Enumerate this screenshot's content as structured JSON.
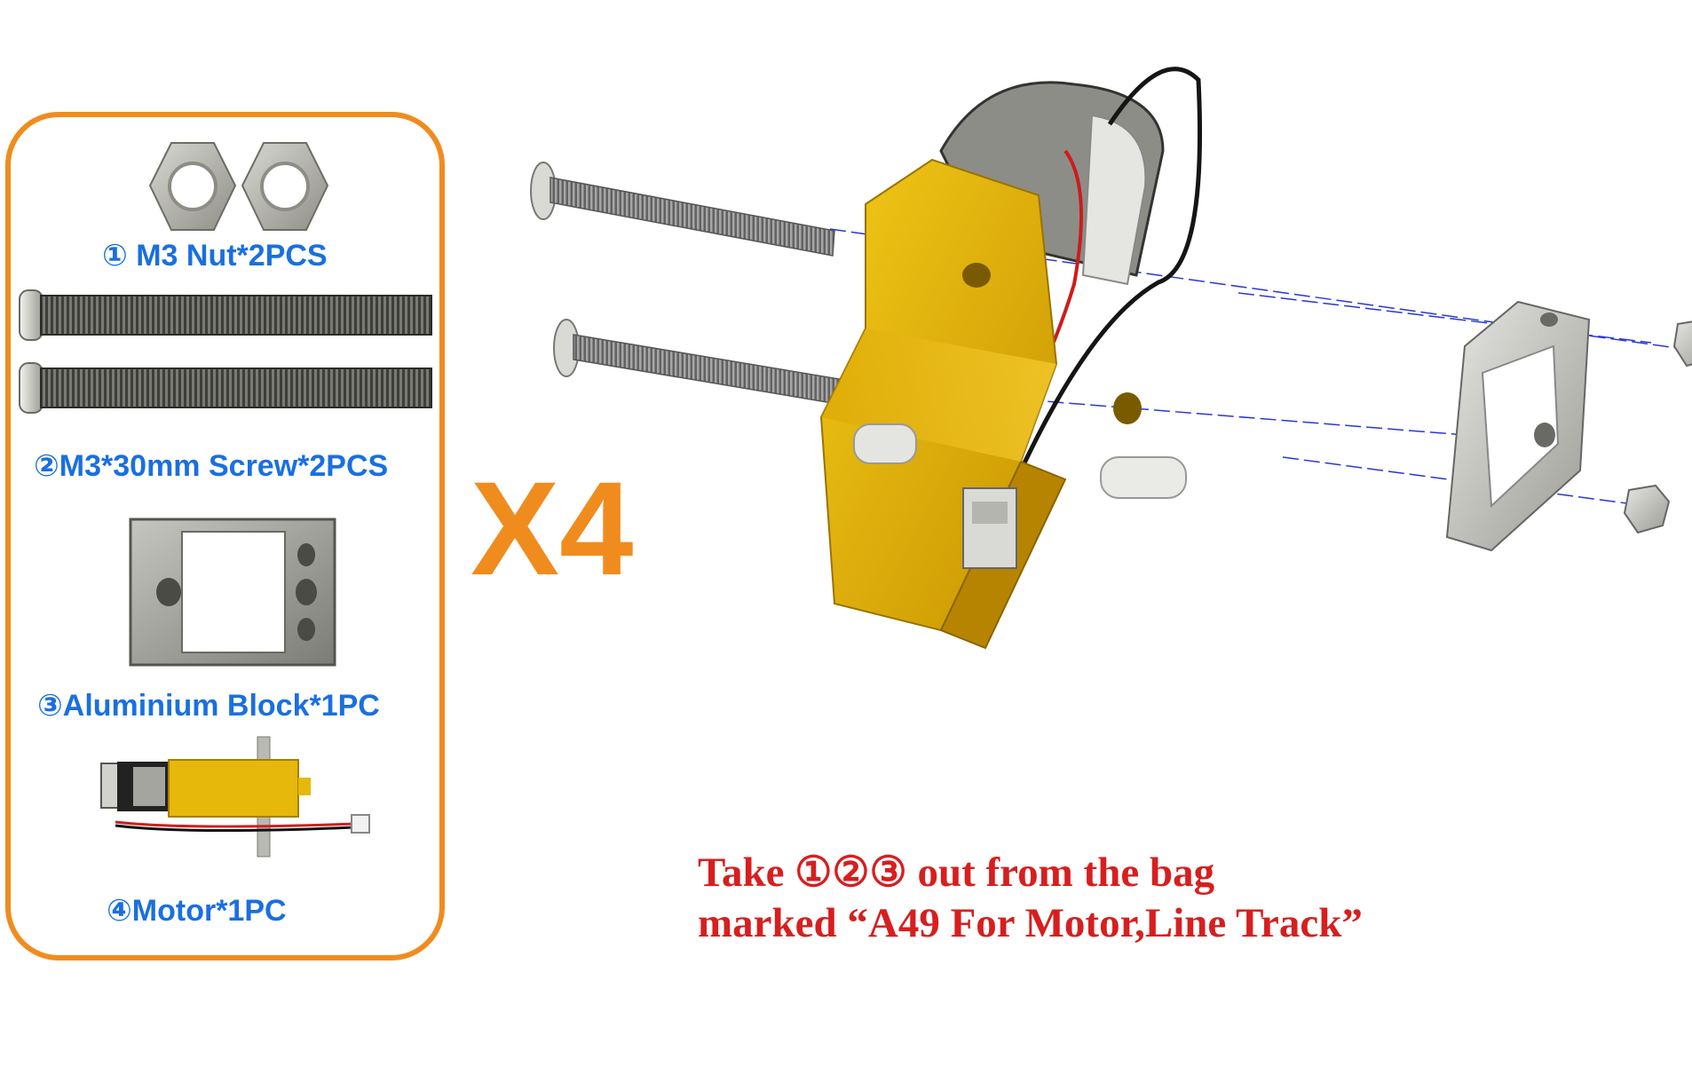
{
  "parts": [
    {
      "label": "① M3 Nut*2PCS",
      "icon": "m3-nut-icon"
    },
    {
      "label": "②M3*30mm Screw*2PCS",
      "icon": "m3-screw-icon"
    },
    {
      "label": "③Aluminium Block*1PC",
      "icon": "aluminium-block-icon"
    },
    {
      "label": "④Motor*1PC",
      "icon": "motor-icon"
    }
  ],
  "multiplier": "X4",
  "instruction": {
    "line1": "Take ①②③ out from the bag",
    "line2": "marked “A49 For Motor,Line Track”"
  },
  "colors": {
    "panel_border": "#f08c1e",
    "part_label": "#1a6fe0",
    "instruction": "#d81e1e",
    "motor_body": "#e6b80c"
  }
}
